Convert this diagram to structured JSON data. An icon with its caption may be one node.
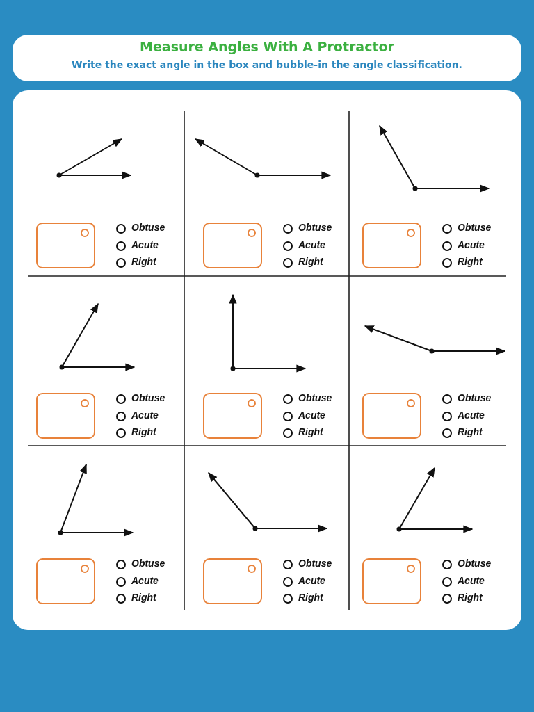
{
  "diagram": {
    "title": "Measure Angles With A Protractor",
    "caption": "Write the exact angle in the box and bubble-in the angle classification.",
    "labels": [
      "Obtuse",
      "Acute",
      "Right",
      "Obtuse",
      "Acute",
      "Right",
      "Obtuse",
      "Acute",
      "Right",
      "Obtuse",
      "Acute",
      "Right",
      "Obtuse",
      "Acute",
      "Right",
      "Obtuse",
      "Acute",
      "Right",
      "Obtuse",
      "Acute",
      "Right",
      "Obtuse",
      "Acute",
      "Right",
      "Obtuse",
      "Acute",
      "Right"
    ]
  }
}
